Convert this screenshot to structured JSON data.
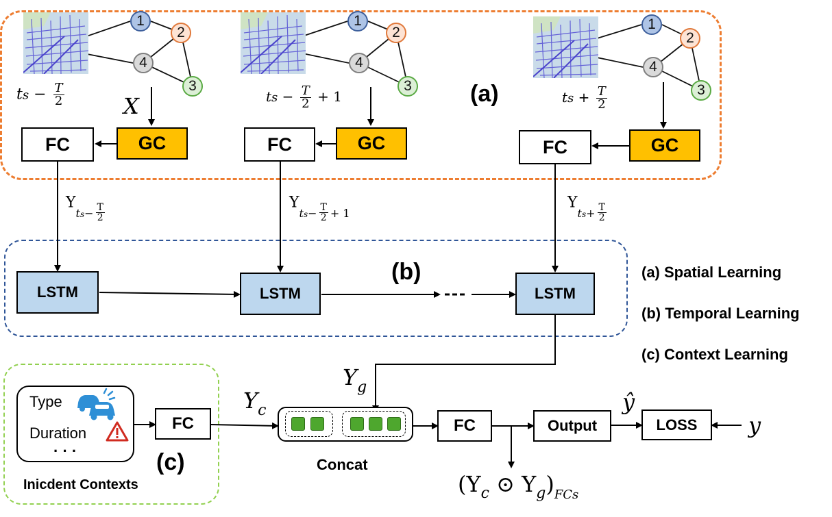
{
  "regions": {
    "a_label": "(a)",
    "b_label": "(b)",
    "c_label": "(c)"
  },
  "blocks": {
    "fc": "FC",
    "gc": "GC",
    "lstm": "LSTM",
    "output": "Output",
    "loss": "LOSS",
    "concat": "Concat",
    "ellipsis": "- - -"
  },
  "graph": {
    "nodes": [
      "1",
      "2",
      "4",
      "3"
    ]
  },
  "math": {
    "X": "X",
    "ts": "t",
    "ts_sub": "s",
    "T": "T",
    "two": "2",
    "minus": "−",
    "plus": "+",
    "plus_one": "+ 1",
    "Y": "Y",
    "Yc": "Y",
    "c": "c",
    "Yg": "Y",
    "g": "g",
    "yhat": "ŷ",
    "y": "y",
    "product": "(Y",
    "product_c": "c",
    "odot": " ⊙ Y",
    "product_g": "g",
    "product_close": ")",
    "fcs": "FCs"
  },
  "legend": {
    "a": "(a) Spatial Learning",
    "b": "(b) Temporal Learning",
    "c": "(c) Context Learning"
  },
  "contexts": {
    "type": "Type",
    "duration": "Duration",
    "dots": "· · ·",
    "caption": "Inicdent Contexts"
  },
  "colors": {
    "spatial_border": "#ed7d31",
    "temporal_border": "#2f5597",
    "context_border": "#92d050",
    "gc_fill": "#ffc000",
    "lstm_fill": "#bdd7ee",
    "concat_square": "#4ea72e"
  },
  "icons": [
    "car-crash-icon",
    "warning-icon",
    "road-map-icon"
  ]
}
